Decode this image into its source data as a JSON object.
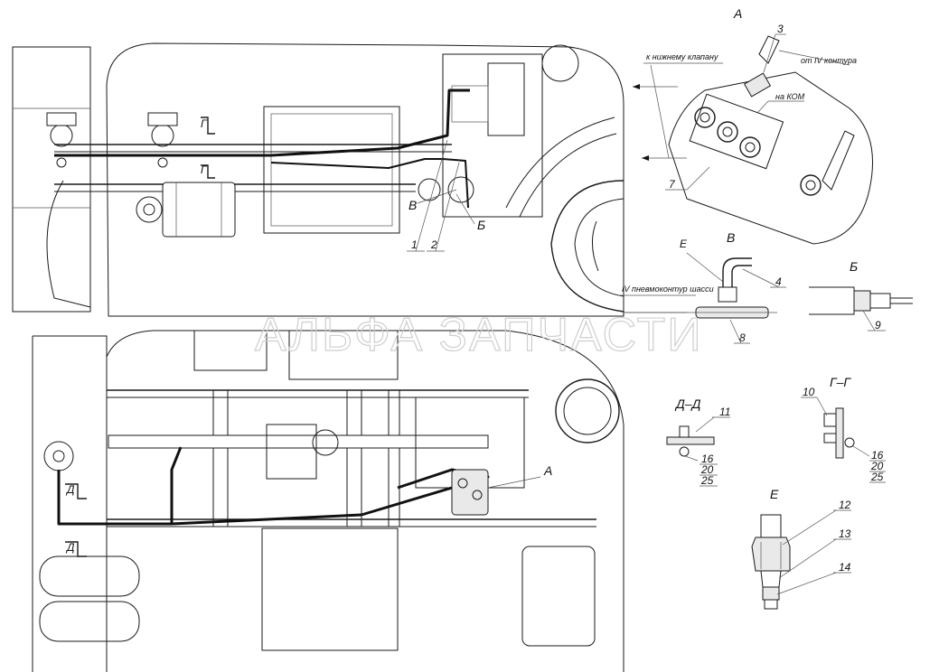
{
  "watermark": "АЛЬФА ЗАПЧАСТИ",
  "views": {
    "A": "А",
    "B": "В",
    "Bb": "Б",
    "GG": "Г–Г",
    "DD": "Д–Д",
    "E": "Е",
    "E_small": "Е"
  },
  "notes": {
    "to_lower_valve": "к нижнему клапану",
    "from_iv_circuit": "от IV контура",
    "to_kom": "на КОМ",
    "iv_circuit": "IV пневмоконтур шасси"
  },
  "markers": {
    "g1": "Г",
    "g2": "Г",
    "d1": "Д",
    "d2": "Д",
    "v": "В",
    "b": "Б",
    "a": "А"
  },
  "callouts": {
    "n1": "1",
    "n2": "2",
    "n3": "3",
    "n4": "4",
    "n7": "7",
    "n8": "8",
    "n9": "9",
    "n10": "10",
    "n11": "11",
    "n12": "12",
    "n13": "13",
    "n14": "14",
    "dd_16": "16",
    "dd_20": "20",
    "dd_25": "25",
    "gg_16": "16",
    "gg_20": "20",
    "gg_25": "25"
  }
}
